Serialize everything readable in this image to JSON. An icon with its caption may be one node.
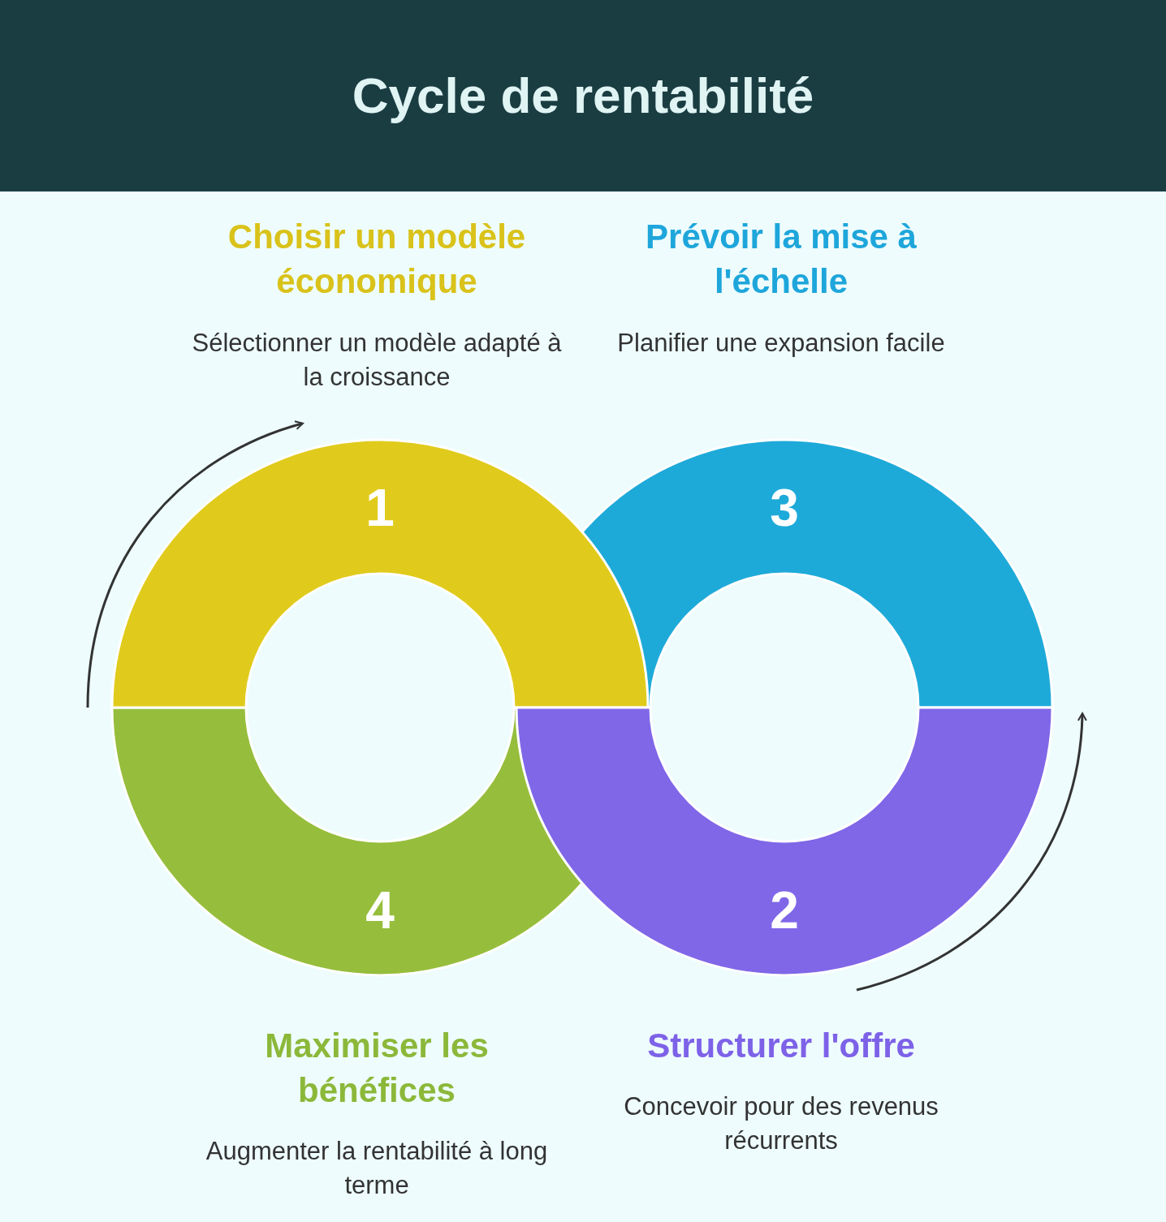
{
  "diagram": {
    "title": "Cycle de rentabilité",
    "nodes": [
      {
        "text": [
          "1"
        ],
        "beside": [
          "Choisir un modèle économique",
          "Sélectionner un modèle adapté à la croissance"
        ]
      },
      {
        "text": [
          "3"
        ],
        "beside": [
          "Prévoir la mise à l'échelle",
          "Planifier une expansion facile"
        ]
      },
      {
        "text": [
          "4"
        ],
        "beside": [
          "Maximiser les bénéfices",
          "Augmenter la rentabilité à long terme"
        ]
      },
      {
        "text": [
          "2"
        ],
        "beside": [
          "Structurer l'offre",
          "Concevoir pour des revenus récurrents"
        ]
      }
    ]
  }
}
